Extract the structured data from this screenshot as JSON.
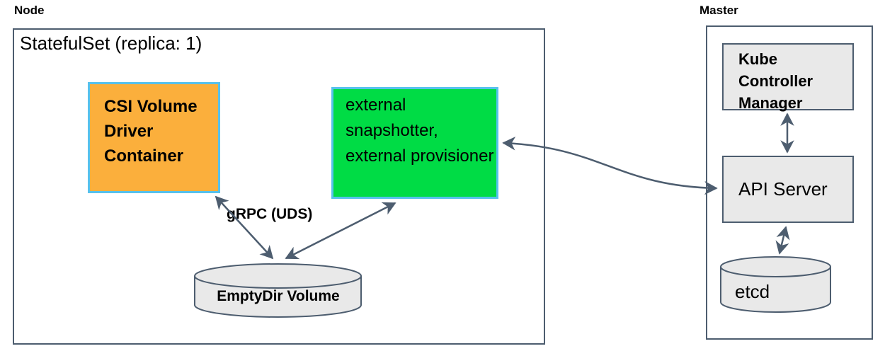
{
  "colors": {
    "stroke": "#4D5D6F",
    "orange_fill": "#FBAF3C",
    "green_fill": "#00DC45",
    "cyan_border": "#57C1EC",
    "gray_fill": "#E9E9E9"
  },
  "node": {
    "title": "Node",
    "statefulset": "StatefulSet (replica: 1)",
    "csi_container": "CSI Volume Driver Container",
    "sidecars": "external snapshotter, external provisioner",
    "grpc": "gRPC (UDS)",
    "emptydir": "EmptyDir Volume"
  },
  "master": {
    "title": "Master",
    "kcm": "Kube Controller Manager",
    "api_server": "API Server",
    "etcd": "etcd"
  }
}
